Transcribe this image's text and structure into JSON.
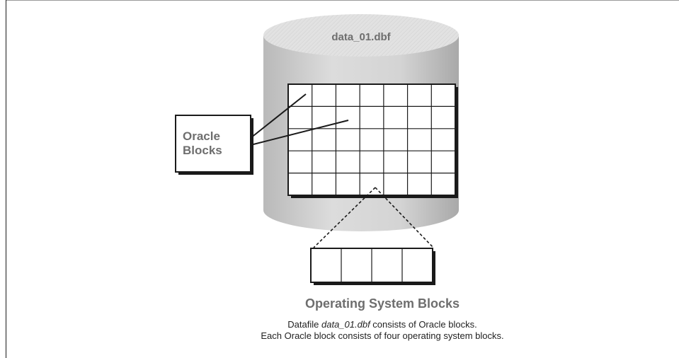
{
  "datafile": {
    "name": "data_01.dbf"
  },
  "oracle_blocks": {
    "label_line1": "Oracle",
    "label_line2": "Blocks",
    "grid_columns": 7,
    "grid_rows": 5
  },
  "os_blocks": {
    "title": "Operating System Blocks",
    "count": 4
  },
  "caption": {
    "line1_prefix": "Datafile ",
    "line1_filename": "data_01.dbf",
    "line1_suffix": " consists of Oracle blocks.",
    "line2": "Each Oracle block consists of four operating system blocks."
  },
  "colors": {
    "cylinder_fill": "#d2d2d2",
    "cylinder_top": "#e0e0e0",
    "label_gray": "#6e6e6e",
    "line": "#1a1a1a"
  }
}
